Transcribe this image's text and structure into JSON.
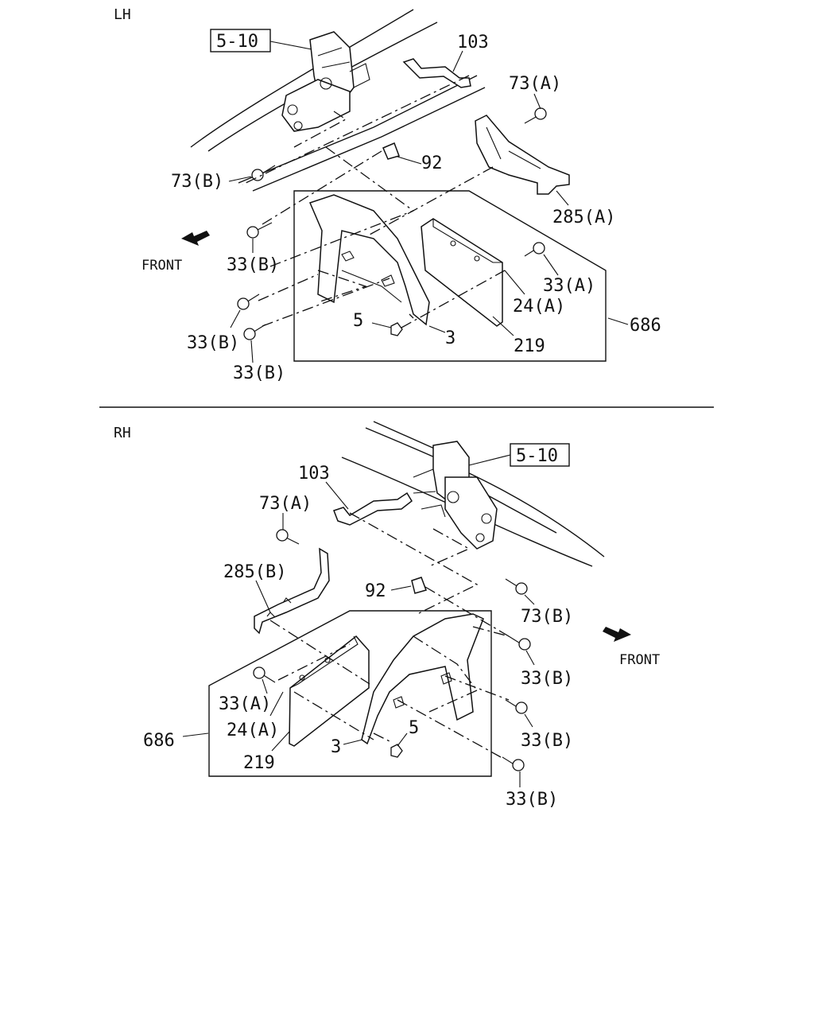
{
  "lh": {
    "section_label": "LH",
    "front_label": "FRONT",
    "ref_box": "5-10",
    "callouts": {
      "p103": "103",
      "p73a": "73(A)",
      "p73b": "73(B)",
      "p92": "92",
      "p285a": "285(A)",
      "p33b_1": "33(B)",
      "p33a": "33(A)",
      "p24a": "24(A)",
      "p686": "686",
      "p33b_2": "33(B)",
      "p5": "5",
      "p3": "3",
      "p219": "219",
      "p33b_3": "33(B)"
    }
  },
  "rh": {
    "section_label": "RH",
    "front_label": "FRONT",
    "ref_box": "5-10",
    "callouts": {
      "p103": "103",
      "p73a": "73(A)",
      "p285b": "285(B)",
      "p92": "92",
      "p73b": "73(B)",
      "p33b_1": "33(B)",
      "p33a": "33(A)",
      "p24a": "24(A)",
      "p686": "686",
      "p219": "219",
      "p3": "3",
      "p5": "5",
      "p33b_2": "33(B)",
      "p33b_3": "33(B)"
    }
  }
}
